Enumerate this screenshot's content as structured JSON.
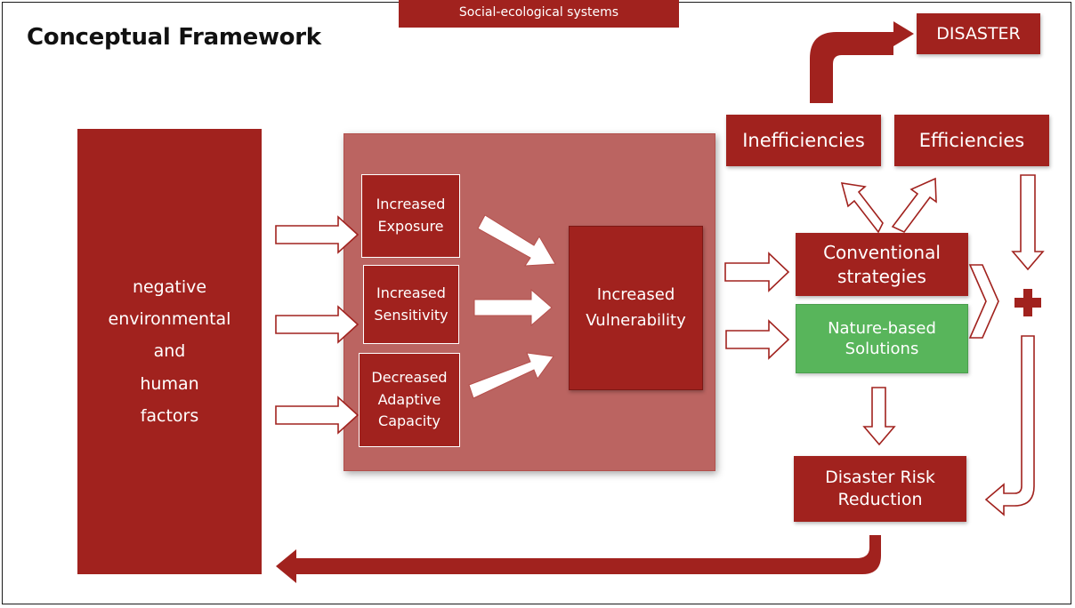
{
  "title": "Conceptual Framework",
  "banner": "Social-ecological systems",
  "disaster": "DISASTER",
  "factors": "negative environmental and human factors",
  "factor_lines": [
    "negative",
    "environmental",
    "and",
    "human",
    "factors"
  ],
  "exposure": [
    "Increased",
    "Exposure"
  ],
  "sensitivity": [
    "Increased",
    "Sensitivity"
  ],
  "adaptive": [
    "Decreased",
    "Adaptive",
    "Capacity"
  ],
  "vulnerability": [
    "Increased",
    "Vulnerability"
  ],
  "inefficiencies": "Inefficiencies",
  "efficiencies": "Efficiencies",
  "conventional": [
    "Conventional",
    "strategies"
  ],
  "nature": [
    "Nature-based",
    "Solutions"
  ],
  "drr": [
    "Disaster Risk",
    "Reduction"
  ],
  "colors": {
    "primary_red": "#a1221e",
    "panel_red": "#bb6461",
    "green": "#58b55b"
  }
}
